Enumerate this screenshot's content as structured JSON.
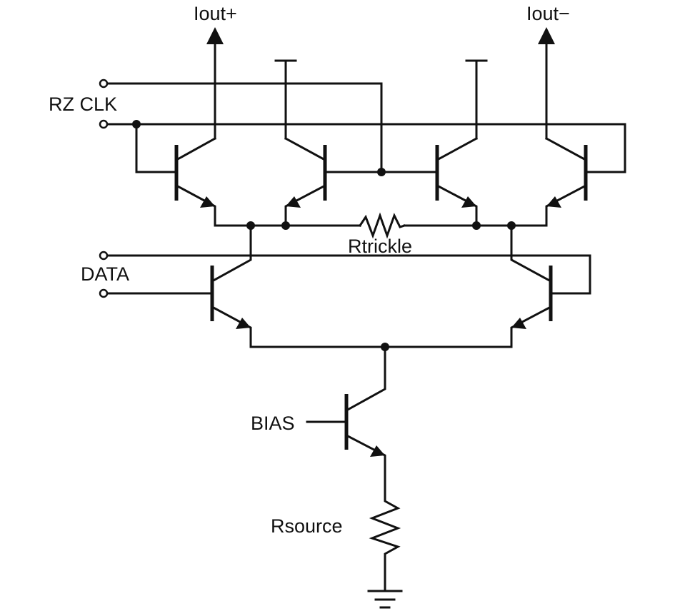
{
  "colors": {
    "ink": "#111111",
    "background": "#ffffff"
  },
  "labels": {
    "iout_plus": "Iout+",
    "iout_minus": "Iout−",
    "rz_clk": "RZ CLK",
    "data": "DATA",
    "rtrickle": "Rtrickle",
    "bias": "BIAS",
    "rsource": "Rsource"
  }
}
